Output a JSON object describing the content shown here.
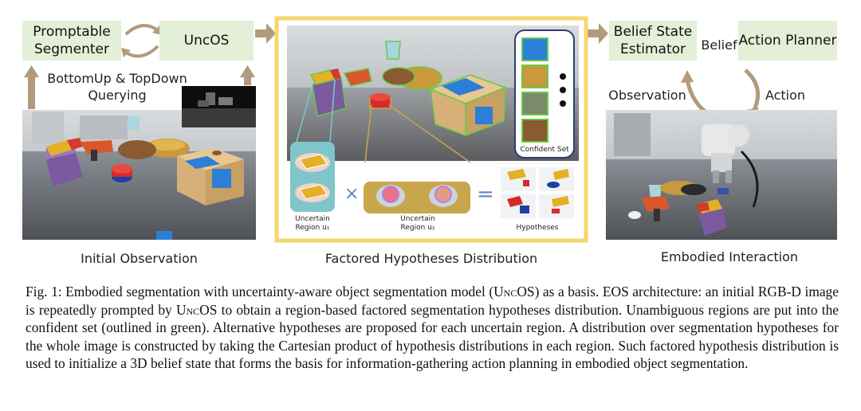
{
  "figure": {
    "boxes": {
      "promptable_segmenter": "Promptable Segmenter",
      "uncos": "UncOS",
      "belief_state_estimator": "Belief State Estimator",
      "action_planner": "Action Planner"
    },
    "labels": {
      "querying": "BottomUp & TopDown Querying",
      "belief": "Belief",
      "observation": "Observation",
      "action": "Action",
      "confident_set": "Confident Set",
      "uncertain_region_1": "Uncertain Region u₁",
      "uncertain_region_2": "Uncertain Region u₂",
      "hypotheses": "Hypotheses",
      "times": "×",
      "equals": "="
    },
    "panel_titles": {
      "left": "Initial Observation",
      "middle": "Factored Hypotheses Distribution",
      "right": "Embodied Interaction"
    }
  },
  "caption": {
    "fig_label": "Fig. 1:",
    "text_1": " Embodied segmentation with uncertainty-aware object segmentation model (",
    "uncos_1": "UncOS",
    "text_2": ") as a basis. EOS architecture: an initial ",
    "rgbd": "RGB-D",
    "text_3": " image is repeatedly prompted by ",
    "uncos_2": "UncOS",
    "text_4": " to obtain a region-based factored segmentation hypotheses distribution. Unambiguous regions are put into the confident set (outlined in green). Alternative hypotheses are proposed for each uncertain region. A distribution over segmentation hypotheses for the whole image is constructed by taking the Cartesian product of hypothesis distributions in each region. Such factored hypothesis distribution is used to initialize a 3D belief state that forms the basis for information-gathering action planning in embodied object segmentation."
  },
  "colors": {
    "box_fill": "#e3efd7",
    "arrow": "#b39a7c",
    "panel_border": "#f5d76e",
    "confident_outline": "#67c84a",
    "uncertain_teal": "#7ec6c9",
    "uncertain_gold": "#c9a64b",
    "operator_blue": "#5b86c4"
  }
}
